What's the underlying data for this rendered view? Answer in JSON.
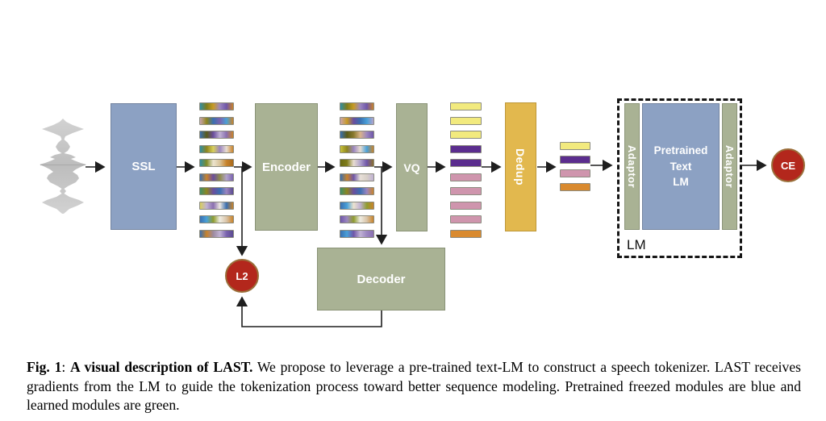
{
  "diagram": {
    "blocks": {
      "ssl": {
        "label": "SSL"
      },
      "encoder": {
        "label": "Encoder"
      },
      "vq": {
        "label": "VQ"
      },
      "dedup": {
        "label": "Dedup"
      },
      "decoder": {
        "label": "Decoder"
      },
      "adaptor_left": {
        "label": "Adaptor"
      },
      "pretrained_lm": {
        "label": "Pretrained\nText\nLM"
      },
      "adaptor_right": {
        "label": "Adaptor"
      },
      "lm_group": {
        "label": "LM"
      }
    },
    "nodes": {
      "l2_loss": {
        "label": "L2"
      },
      "ce_loss": {
        "label": "CE"
      }
    },
    "colors": {
      "pretrained_blue": "#8ca1c3",
      "learned_green": "#a9b294",
      "dedup_gold": "#e2b84e",
      "loss_red": "#b3271c",
      "line_black": "#1f1f1f",
      "waveform_gray": "#c7c7c7",
      "token_colors": {
        "yellow": "#f2ea7e",
        "purple": "#5b2d8e",
        "pink": "#cf95ad",
        "orange": "#d98a2f"
      }
    },
    "stacks": {
      "ssl_embeddings": [
        [
          "#2f8fa3",
          "#7f7c1a",
          "#c89b25",
          "#9b86c0",
          "#6f56a8",
          "#c8832b"
        ],
        [
          "#c9a4ae",
          "#8e851f",
          "#3a6fb0",
          "#7a63ae",
          "#49a0d8",
          "#c8832b"
        ],
        [
          "#3a6fb0",
          "#5a5a18",
          "#6a4e9e",
          "#c0b2d4",
          "#8a6fb0",
          "#c8832b"
        ],
        [
          "#2f8fa3",
          "#8e851f",
          "#d8cf5a",
          "#9b86c0",
          "#e8ddd0",
          "#c8832b"
        ],
        [
          "#2f8fa3",
          "#7f8c2a",
          "#ece4cf",
          "#d9c49a",
          "#c8832b",
          "#a86a1e"
        ],
        [
          "#3a6fb0",
          "#c8832b",
          "#6a4e9e",
          "#8f8c4a",
          "#b2a4cc",
          "#7a63ae"
        ],
        [
          "#3f8f6a",
          "#8e851f",
          "#6a4e9e",
          "#3a6fb0",
          "#9b86c0",
          "#5a4a90"
        ],
        [
          "#d8cf5a",
          "#c0b2d4",
          "#8a6fb0",
          "#eee8e0",
          "#3a6fb0",
          "#c8832b"
        ],
        [
          "#3a6fb0",
          "#49a0d8",
          "#8f9c2e",
          "#efece2",
          "#d9c4a8",
          "#c8832b"
        ],
        [
          "#3a6fb0",
          "#c8832b",
          "#9c8aa0",
          "#c0b2d4",
          "#7a63ae",
          "#5a4a90"
        ]
      ],
      "encoder_embeddings": [
        [
          "#2f8fa3",
          "#7f7c1a",
          "#c89b25",
          "#9b86c0",
          "#6f56a8",
          "#c8832b"
        ],
        [
          "#c9a4ae",
          "#c89b25",
          "#6a4e9e",
          "#3a6fb0",
          "#49a0d8",
          "#b2a4cc"
        ],
        [
          "#3a6fb0",
          "#5a5a18",
          "#8a7a2e",
          "#d9b48a",
          "#9b86c0",
          "#6f56a8"
        ],
        [
          "#c8c23a",
          "#8e851f",
          "#9b86c0",
          "#e8ddd0",
          "#49a0d8",
          "#c8832b"
        ],
        [
          "#6a6a14",
          "#7f7c1a",
          "#e8ddd0",
          "#b2a4cc",
          "#6f56a8",
          "#8a6f2e"
        ],
        [
          "#3a6fb0",
          "#c8832b",
          "#6f56a8",
          "#e8e0d8",
          "#d8d0c8",
          "#c0b2d4"
        ],
        [
          "#3f8f6a",
          "#8e851f",
          "#6a4e9e",
          "#3a6fb0",
          "#9b86c0",
          "#c8832b"
        ],
        [
          "#3a6fb0",
          "#49a0d8",
          "#ece4cf",
          "#c0b2d4",
          "#8f9c2e",
          "#c8832b"
        ],
        [
          "#6f56a8",
          "#9b86c0",
          "#8f9c2e",
          "#efece2",
          "#d9c4a8",
          "#c8832b"
        ],
        [
          "#3a6fb0",
          "#49a0d8",
          "#6f56a8",
          "#c0b2d4",
          "#9b86c0",
          "#8a6fb0"
        ]
      ],
      "vq_tokens": [
        "yellow",
        "yellow",
        "yellow",
        "purple",
        "purple",
        "pink",
        "pink",
        "pink",
        "pink",
        "orange"
      ],
      "dedup_tokens": [
        "yellow",
        "purple",
        "pink",
        "orange"
      ]
    }
  },
  "figure": {
    "caption": {
      "label": "Fig. 1",
      "separator": ": ",
      "title": "A visual description of LAST.",
      "body": " We propose to leverage a pre-trained text-LM to construct a speech tokenizer.  LAST receives gradients from the LM to guide the tokenization process toward better sequence modeling. Pretrained freezed modules are blue and learned modules are green."
    }
  }
}
